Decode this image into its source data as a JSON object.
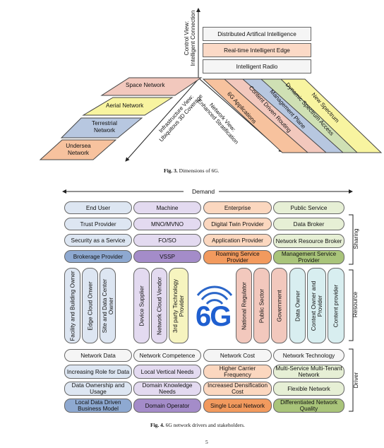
{
  "fig3": {
    "control_view": [
      "Control View:",
      "Intelligent Connection"
    ],
    "infra_view": [
      "Infrastructure View:",
      "Ubiquitous 3D Coverage"
    ],
    "network_view": [
      "Network View:",
      "Enhanced Stratification"
    ],
    "top_layers": [
      "Distributed Artifical Intelligence",
      "Real-time Intelligent Edge",
      "Intelligent Radio"
    ],
    "left_layers": [
      "Space Network",
      "Aerial Network",
      "Terrestrial Network",
      "Undersea Network"
    ],
    "right_layers": [
      "6G Applications",
      "Content Driven Routing",
      "Management Plane",
      "Dynamic Spectrum Access",
      "New Spectrum"
    ],
    "caption_label": "Fig. 3.",
    "caption_text": "Dimensions of 6G."
  },
  "fig4": {
    "demand_label": "Demand",
    "sharing_label": "Sharing",
    "resource_label": "Resource",
    "driver_label": "Driver",
    "demand_row": [
      "End User",
      "Machine",
      "Enterprise",
      "Public Service"
    ],
    "sharing": {
      "col1": [
        "Trust Provider",
        "Security as a Service",
        "Brokerage Provider"
      ],
      "col2": [
        "MNO/MVNO",
        "FO/SO",
        "VSSP"
      ],
      "col3": [
        "Digital Twin Provider",
        "Application Provider",
        "Roaming Service Provider"
      ],
      "col4": [
        "Data Broker",
        "Network Resource Broker",
        "Management Service Provider"
      ]
    },
    "resource_left": [
      "Facility and Building Owner",
      "Edge Cloud Onwer",
      "Site and Data Center Owner",
      "Device Supplier",
      "Network Cloud Vendor",
      "3rd party Technology Provider"
    ],
    "resource_right": [
      "National Regulator",
      "Public Sector",
      "Government",
      "Data Owner",
      "Context Owner and Provider",
      "Content provider"
    ],
    "logo_text": "6G",
    "driver_header": [
      "Network Data",
      "Network Competence",
      "Network Cost",
      "Network Technology"
    ],
    "driver": {
      "col1": [
        "Increasing Role for Data",
        "Data Ownership and Usage",
        "Local Data Driven Business Model"
      ],
      "col2": [
        "Local Vertical Needs",
        "Domain Knowledge Needs",
        "Domain Operator"
      ],
      "col3": [
        "Higher Carrier Frequency",
        "Increased Densification Cost",
        "Single Local Network"
      ],
      "col4": [
        "Multi-Service Multi-Tenant Network",
        "Flexible Network",
        "Differentiated Network Quality"
      ]
    },
    "caption_label": "Fig. 4.",
    "caption_text": "6G network drivers and stakeholders."
  },
  "page_number": "5",
  "colors": {
    "space": "#f2c8bd",
    "aerial": "#f8f4a0",
    "terrestrial": "#b7c7e0",
    "undersea": "#f7c29e",
    "top_layer": "#f5f5f5",
    "mid_layer": "#fbd9c6",
    "blue": "#dde6f2",
    "purple": "#e3daf0",
    "orange": "#fbd7bf",
    "green": "#e6efd5"
  }
}
